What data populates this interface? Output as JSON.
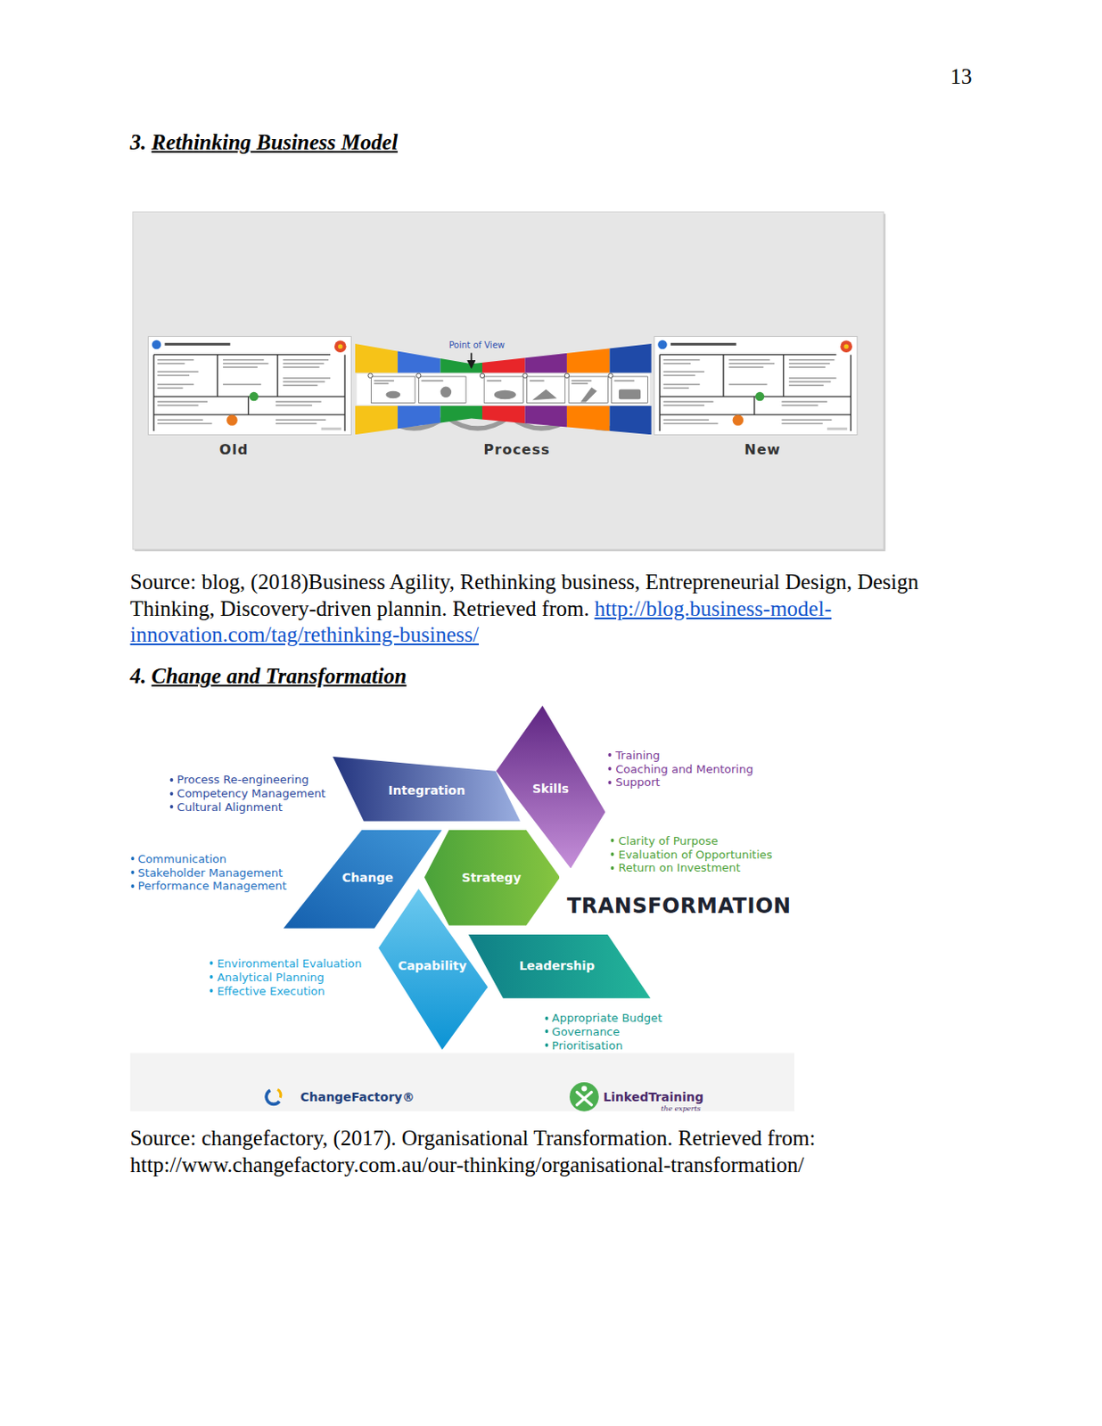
{
  "diagram": {
    "nodes": [
      {
        "text": [
          "Integration"
        ]
      },
      {
        "text": [
          "Skills"
        ]
      },
      {
        "text": [
          "Change"
        ]
      },
      {
        "text": [
          "Strategy"
        ]
      },
      {
        "text": [
          "Capability"
        ]
      },
      {
        "text": [
          "Leadership"
        ]
      }
    ],
    "labels": [
      "13",
      "3.",
      "Rethinking Business Model",
      "Point of View",
      "Old",
      "Process",
      "New",
      "Source: blog, (2018)Business Agility, Rethinking business, Entrepreneurial Design, Design Thinking, Discovery-driven plannin. Retrieved from.",
      "http://blog.business-model-innovation.com/tag/rethinking-business/",
      "4.",
      "Change and Transformation",
      "Process Re-engineering",
      "Competency Management",
      "Cultural Alignment",
      "Training",
      "Coaching and Mentoring",
      "Support",
      "Clarity of Purpose",
      "Evaluation of Opportunities",
      "Return on Investment",
      "Communication",
      "Stakeholder Management",
      "Performance Management",
      "Environmental Evaluation",
      "Analytical Planning",
      "Effective Execution",
      "Appropriate Budget",
      "Governance",
      "Prioritisation",
      "TRANSFORMATION",
      "ChangeFactory®",
      "LinkedTraining",
      "the experts",
      "Source: changefactory, (2017). Organisational Transformation. Retrieved from: http://www.changefactory.com.au/our-thinking/organisational-transformation/"
    ]
  }
}
